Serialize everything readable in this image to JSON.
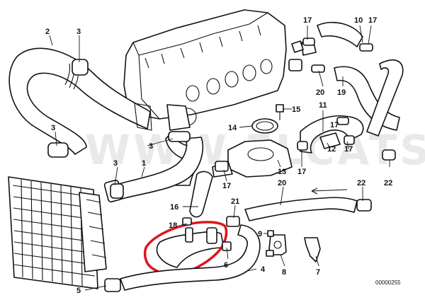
{
  "diagram": {
    "watermark": "WWW.ELCATS.RU",
    "drawing_code": "00000255",
    "highlight_color": "#e0141b",
    "callouts": [
      {
        "id": "c2",
        "text": "2"
      },
      {
        "id": "c3a",
        "text": "3"
      },
      {
        "id": "c3b",
        "text": "3"
      },
      {
        "id": "c3c",
        "text": "3"
      },
      {
        "id": "c3d",
        "text": "3"
      },
      {
        "id": "c1",
        "text": "1"
      },
      {
        "id": "c17a",
        "text": "17"
      },
      {
        "id": "c10",
        "text": "10"
      },
      {
        "id": "c17b",
        "text": "17"
      },
      {
        "id": "c20a",
        "text": "20"
      },
      {
        "id": "c19",
        "text": "19"
      },
      {
        "id": "c15",
        "text": "15"
      },
      {
        "id": "c14",
        "text": "14"
      },
      {
        "id": "c11",
        "text": "11"
      },
      {
        "id": "c12",
        "text": "12"
      },
      {
        "id": "c17c",
        "text": "17"
      },
      {
        "id": "c17d",
        "text": "17"
      },
      {
        "id": "c13",
        "text": "13"
      },
      {
        "id": "c17e",
        "text": "17"
      },
      {
        "id": "c22a",
        "text": "22"
      },
      {
        "id": "c17f",
        "text": "17"
      },
      {
        "id": "c20b",
        "text": "20"
      },
      {
        "id": "c22b",
        "text": "22"
      },
      {
        "id": "c16",
        "text": "16"
      },
      {
        "id": "c21",
        "text": "21"
      },
      {
        "id": "c18",
        "text": "18"
      },
      {
        "id": "c9",
        "text": "9"
      },
      {
        "id": "c6",
        "text": "6"
      },
      {
        "id": "c8",
        "text": "8"
      },
      {
        "id": "c7",
        "text": "7"
      },
      {
        "id": "c4",
        "text": "4"
      },
      {
        "id": "c5",
        "text": "5"
      }
    ]
  }
}
